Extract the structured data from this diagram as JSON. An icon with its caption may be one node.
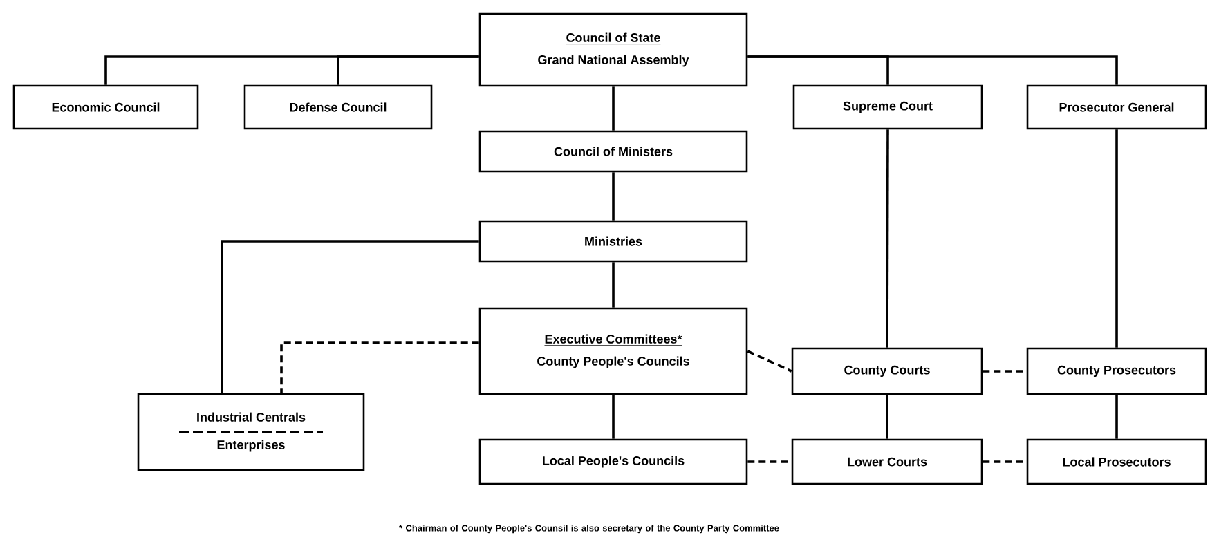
{
  "diagram": {
    "nodes": [
      {
        "text": [
          "Council of State",
          "Grand National Assembly"
        ]
      },
      {
        "text": [
          "Economic Council"
        ]
      },
      {
        "text": [
          "Defense Council"
        ]
      },
      {
        "text": [
          "Supreme Court"
        ]
      },
      {
        "text": [
          "Prosecutor General"
        ]
      },
      {
        "text": [
          "Council of Ministers"
        ]
      },
      {
        "text": [
          "Ministries"
        ]
      },
      {
        "text": [
          "Executive Committees*",
          "County People's Councils"
        ]
      },
      {
        "text": [
          "Industrial Centrals",
          "Enterprises"
        ]
      },
      {
        "text": [
          "County Courts"
        ]
      },
      {
        "text": [
          "County Prosecutors"
        ]
      },
      {
        "text": [
          "Local People's Councils"
        ]
      },
      {
        "text": [
          "Lower Courts"
        ]
      },
      {
        "text": [
          "Local Prosecutors"
        ]
      }
    ],
    "edges": [
      {
        "from": 0,
        "to": 1,
        "arrow": "none"
      },
      {
        "from": 0,
        "to": 2,
        "arrow": "none"
      },
      {
        "from": 0,
        "to": 3,
        "arrow": "none"
      },
      {
        "from": 0,
        "to": 4,
        "arrow": "none"
      },
      {
        "from": 0,
        "to": 5,
        "arrow": "none"
      },
      {
        "from": 5,
        "to": 6,
        "arrow": "none"
      },
      {
        "from": 6,
        "to": 7,
        "arrow": "none"
      },
      {
        "from": 6,
        "to": 8,
        "arrow": "none"
      },
      {
        "from": 7,
        "to": 8,
        "arrow": "none",
        "style": "dashed"
      },
      {
        "from": 7,
        "to": 11,
        "arrow": "none"
      },
      {
        "from": 3,
        "to": 9,
        "arrow": "none"
      },
      {
        "from": 4,
        "to": 10,
        "arrow": "none"
      },
      {
        "from": 9,
        "to": 12,
        "arrow": "none"
      },
      {
        "from": 10,
        "to": 13,
        "arrow": "none"
      },
      {
        "from": 7,
        "to": 9,
        "arrow": "none",
        "style": "dashed"
      },
      {
        "from": 9,
        "to": 10,
        "arrow": "none",
        "style": "dashed"
      },
      {
        "from": 11,
        "to": 12,
        "arrow": "none",
        "style": "dashed"
      },
      {
        "from": 12,
        "to": 13,
        "arrow": "none",
        "style": "dashed"
      }
    ],
    "labels": [
      "* Chairman of County People's Counsil is also secretary of the County Party Committee"
    ]
  }
}
